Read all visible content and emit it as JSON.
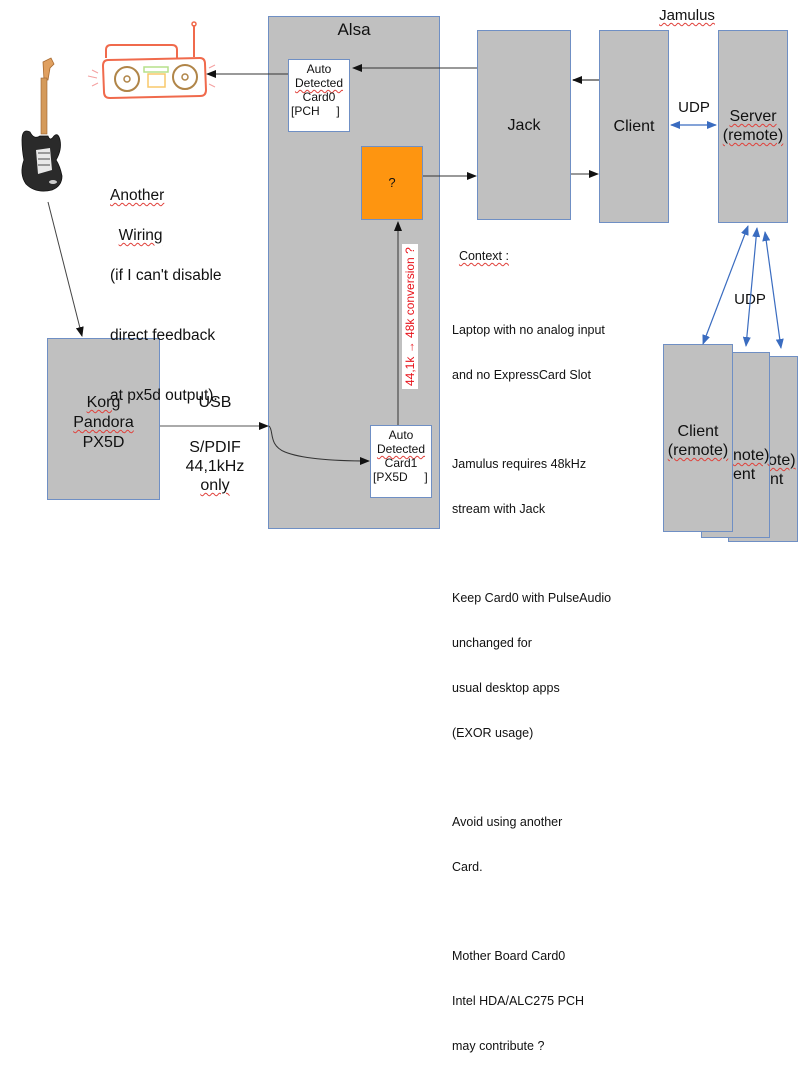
{
  "diagram": {
    "alsa": {
      "title": "Alsa"
    },
    "card0": {
      "line1": "Auto",
      "line2": "Detected",
      "line3": "Card0",
      "line4": "[PCH     ]"
    },
    "card1": {
      "line1": "Auto",
      "line2": "Detected",
      "line3": "Card1",
      "line4": "[PX5D     ]"
    },
    "unknown_box": {
      "label": "?",
      "color": "#fe9510"
    },
    "conversion_label": "44,1k → 48k conversion ?",
    "jack": {
      "label": "Jack"
    },
    "jamulus": {
      "title": "Jamulus",
      "client": "Client",
      "server_line1": "Server",
      "server_line2": "(remote)",
      "udp_label": "UDP"
    },
    "remote_clients": {
      "udp_label": "UDP",
      "front_line1": "Client",
      "front_line2": "(remote)",
      "mid_line1": "ent",
      "mid_line2": "note)",
      "back_line1": "nt",
      "back_line2": "ote)"
    },
    "korg": {
      "line1": "Korg",
      "line2": "Pandora",
      "line3": "PX5D"
    },
    "usb_label": "USB",
    "spdif": {
      "line1": "S/PDIF",
      "line2": "44,1kHz",
      "line3": "only"
    },
    "another_wiring": {
      "line1": "Another",
      "line2": "Wiring",
      "line3": "(if I can't disable",
      "line4": "direct feedback",
      "line5": "at px5d output)."
    },
    "context": {
      "heading": "Context :",
      "p1": [
        "Laptop with no analog input",
        "and no ExpressCard Slot"
      ],
      "p2": [
        "Jamulus requires 48kHz",
        "stream with Jack"
      ],
      "p3": [
        "Keep Card0 with PulseAudio",
        "unchanged for",
        "usual desktop apps",
        "(EXOR usage)"
      ],
      "p4": [
        "Avoid using another",
        "Card."
      ],
      "p5": [
        "Mother Board Card0",
        "Intel HDA/ALC275 PCH",
        "may contribute ?"
      ]
    },
    "icons": {
      "guitar": "electric-guitar-icon",
      "radio": "boombox-icon"
    },
    "colors": {
      "box_fill": "#c0c0c0",
      "box_border": "#6f8fc4",
      "udp_arrow": "#3a6cc0",
      "conversion_text": "#e8121a"
    }
  }
}
